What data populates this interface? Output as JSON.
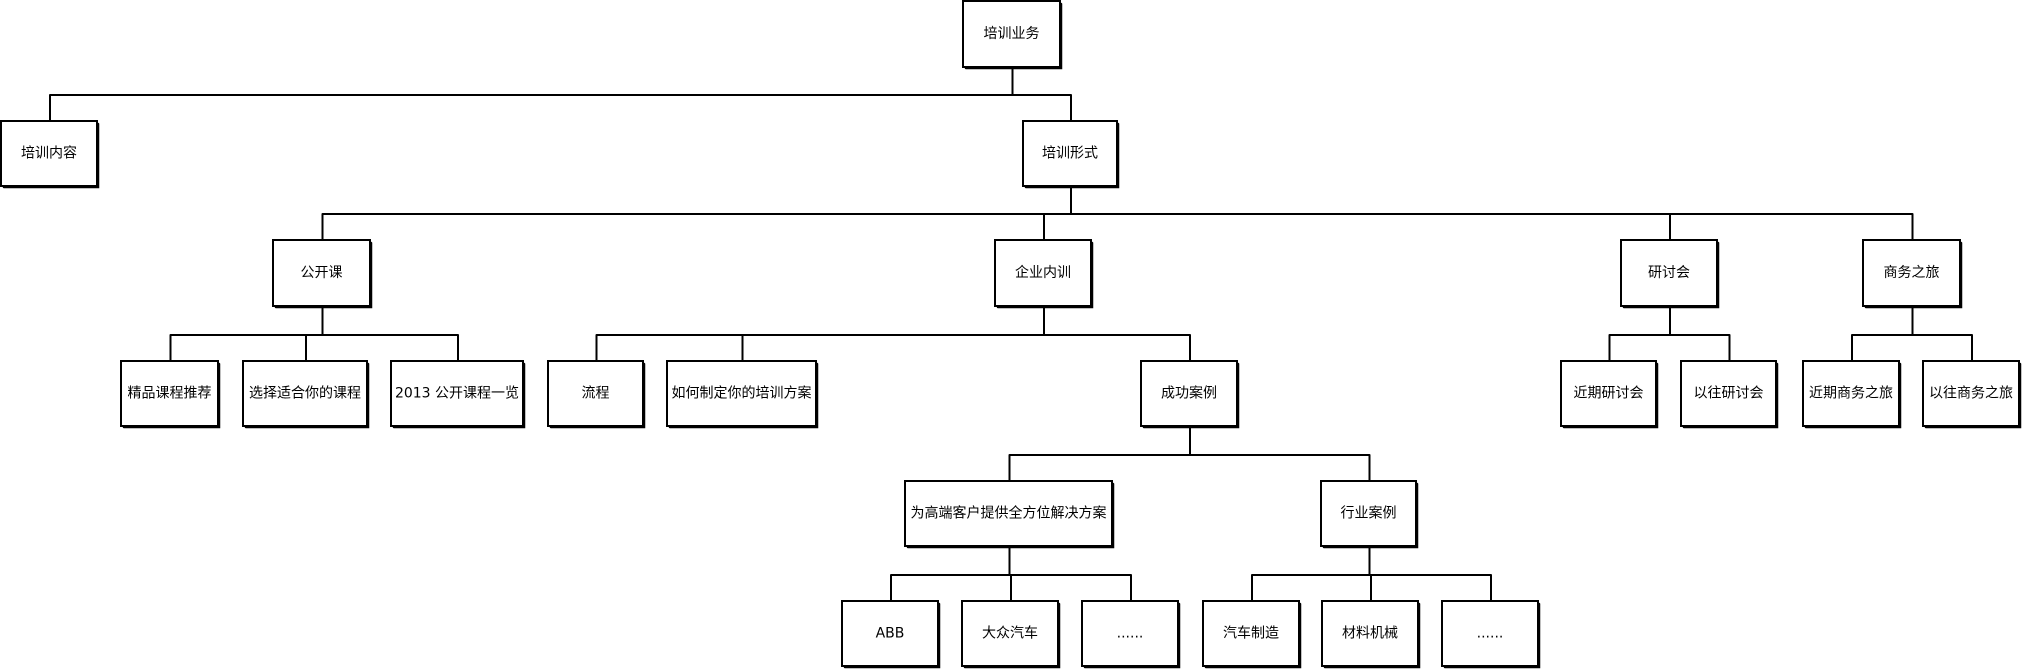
{
  "diagram": {
    "type": "org-tree",
    "root": {
      "id": "root",
      "label": "培训业务",
      "children": [
        {
          "id": "content",
          "label": "培训内容",
          "children": []
        },
        {
          "id": "forms",
          "label": "培训形式",
          "children": [
            {
              "id": "public",
              "label": "公开课",
              "children": [
                {
                  "id": "pub1",
                  "label": "精品课程推荐",
                  "children": []
                },
                {
                  "id": "pub2",
                  "label": "选择适合你的课程",
                  "children": []
                },
                {
                  "id": "pub3",
                  "label": "2013 公开课程一览",
                  "children": []
                }
              ]
            },
            {
              "id": "inhouse",
              "label": "企业内训",
              "children": [
                {
                  "id": "flow",
                  "label": "流程",
                  "children": []
                },
                {
                  "id": "plan",
                  "label": "如何制定你的培训方案",
                  "children": []
                },
                {
                  "id": "cases",
                  "label": "成功案例",
                  "children": [
                    {
                      "id": "highend",
                      "label": "为高端客户提供全方位解决方案",
                      "children": [
                        {
                          "id": "abb",
                          "label": "ABB",
                          "children": []
                        },
                        {
                          "id": "vw",
                          "label": "大众汽车",
                          "children": []
                        },
                        {
                          "id": "more1",
                          "label": "......",
                          "children": []
                        }
                      ]
                    },
                    {
                      "id": "industry",
                      "label": "行业案例",
                      "children": [
                        {
                          "id": "auto",
                          "label": "汽车制造",
                          "children": []
                        },
                        {
                          "id": "material",
                          "label": "材料机械",
                          "children": []
                        },
                        {
                          "id": "more2",
                          "label": "......",
                          "children": []
                        }
                      ]
                    }
                  ]
                }
              ]
            },
            {
              "id": "seminar",
              "label": "研讨会",
              "children": [
                {
                  "id": "sem1",
                  "label": "近期研讨会",
                  "children": []
                },
                {
                  "id": "sem2",
                  "label": "以往研讨会",
                  "children": []
                }
              ]
            },
            {
              "id": "biztrip",
              "label": "商务之旅",
              "children": [
                {
                  "id": "trip1",
                  "label": "近期商务之旅",
                  "children": []
                },
                {
                  "id": "trip2",
                  "label": "以往商务之旅",
                  "children": []
                }
              ]
            }
          ]
        }
      ]
    }
  }
}
